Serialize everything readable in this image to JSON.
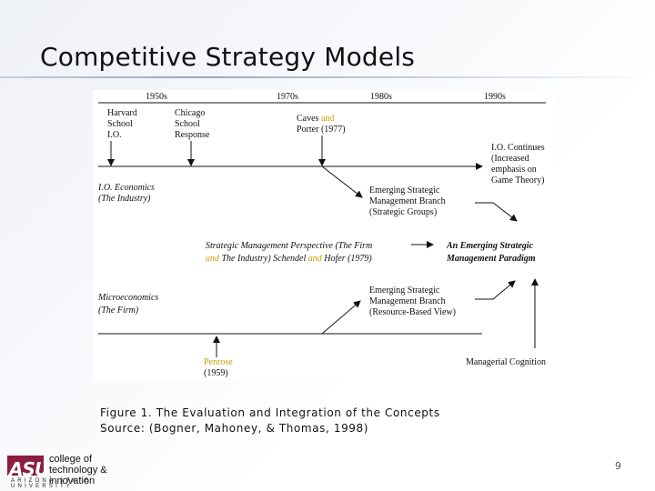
{
  "slide": {
    "title": "Competitive Strategy Models",
    "page_number": "9"
  },
  "figure": {
    "decades": [
      "1950s",
      "1970s",
      "1980s",
      "1990s"
    ],
    "harvard": [
      "Harvard",
      "School",
      "I.O."
    ],
    "chicago": [
      "Chicago",
      "School",
      "Response"
    ],
    "caves": [
      "Caves",
      "and",
      "Porter (1977)"
    ],
    "io_continues": [
      "I.O. Continues",
      "(Increased",
      "emphasis on",
      "Game Theory)"
    ],
    "io_economics": [
      "I.O. Economics",
      "(The Industry)"
    ],
    "emerging_groups": [
      "Emerging Strategic",
      "Management Branch",
      "(Strategic Groups)"
    ],
    "perspective_line1": "Strategic Management Perspective (The Firm",
    "perspective_line2": [
      "and",
      "The Industry) Schendel",
      "and",
      "Hofer (1979)"
    ],
    "paradigm": [
      "An Emerging Strategic",
      "Management Paradigm"
    ],
    "microeconomics": [
      "Microeconomics",
      "(The Firm)"
    ],
    "emerging_rbv": [
      "Emerging Strategic",
      "Management Branch",
      "(Resource-Based View)"
    ],
    "penrose": [
      "Penrose",
      "(1959)"
    ],
    "managerial_cognition": "Managerial Cognition"
  },
  "caption": {
    "line1": "Figure 1. The Evaluation and Integration of the Concepts",
    "line2": "Source: (Bogner, Mahoney, & Thomas, 1998)"
  },
  "logo": {
    "mark": "ASU",
    "line1": "college of",
    "line2": "technology & innovation",
    "line3": "ARIZONA STATE UNIVERSITY"
  },
  "colors": {
    "highlight": "#c8a000",
    "logo_maroon": "#8c1d40"
  }
}
